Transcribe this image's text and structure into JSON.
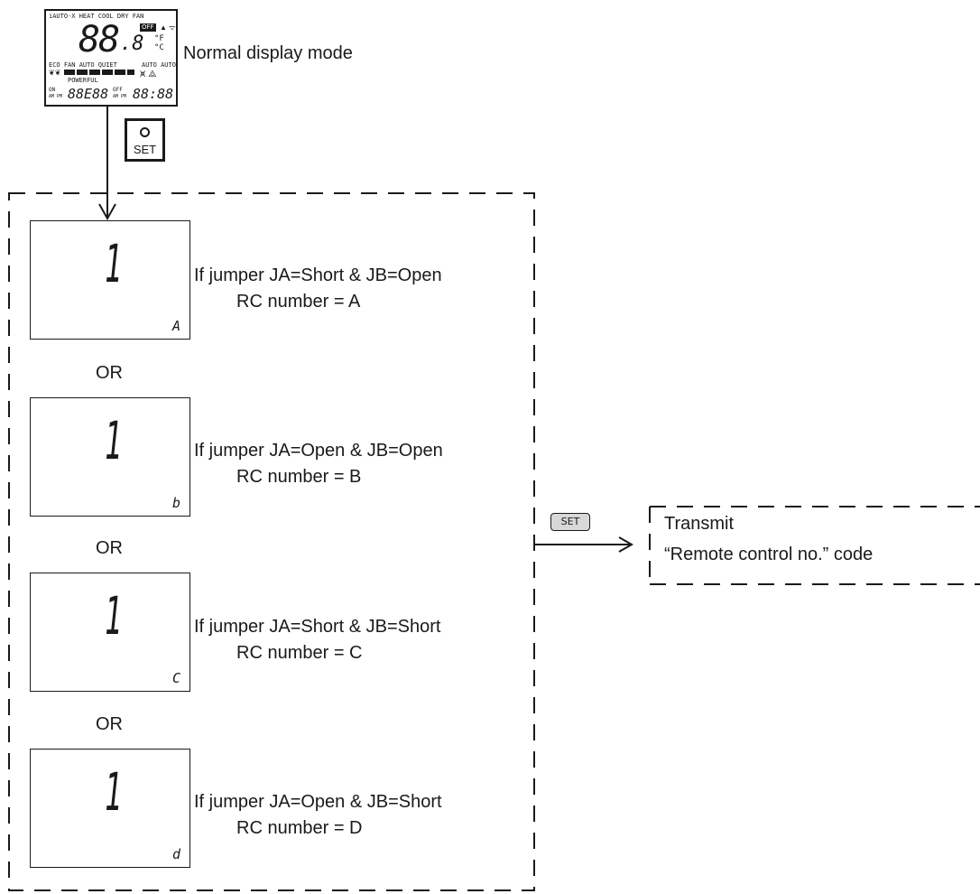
{
  "lcd": {
    "modes_row": "iAUTO-X HEAT COOL DRY FAN",
    "big_digits": "88",
    "small_digit": ".8",
    "off_badge": "OFF",
    "unit_f": "°F",
    "unit_c": "°C",
    "fan_row": "ECO FAN AUTO QUIET",
    "auto_row": "AUTO AUTO",
    "powerful": "POWERFUL",
    "on_label": "ON",
    "am_pm_left": "AM PM",
    "timer_left": "88E88",
    "off_label": "OFF",
    "am_pm_right": "AM PM",
    "timer_right": "88:88"
  },
  "normal_mode_label": "Normal display mode",
  "set_button_label": "SET",
  "or_label": "OR",
  "options": [
    {
      "digit": "1",
      "letter": "A",
      "jumper": "If jumper JA=Short & JB=Open",
      "rc": "RC number = A"
    },
    {
      "digit": "1",
      "letter": "b",
      "jumper": "If jumper JA=Open & JB=Open",
      "rc": "RC number = B"
    },
    {
      "digit": "1",
      "letter": "C",
      "jumper": "If jumper JA=Short & JB=Short",
      "rc": "RC number = C"
    },
    {
      "digit": "1",
      "letter": "d",
      "jumper": "If jumper JA=Open & JB=Short",
      "rc": "RC number = D"
    }
  ],
  "set_small_label": "SET",
  "transmit": {
    "line1": "Transmit",
    "line2": "“Remote control no.” code"
  }
}
